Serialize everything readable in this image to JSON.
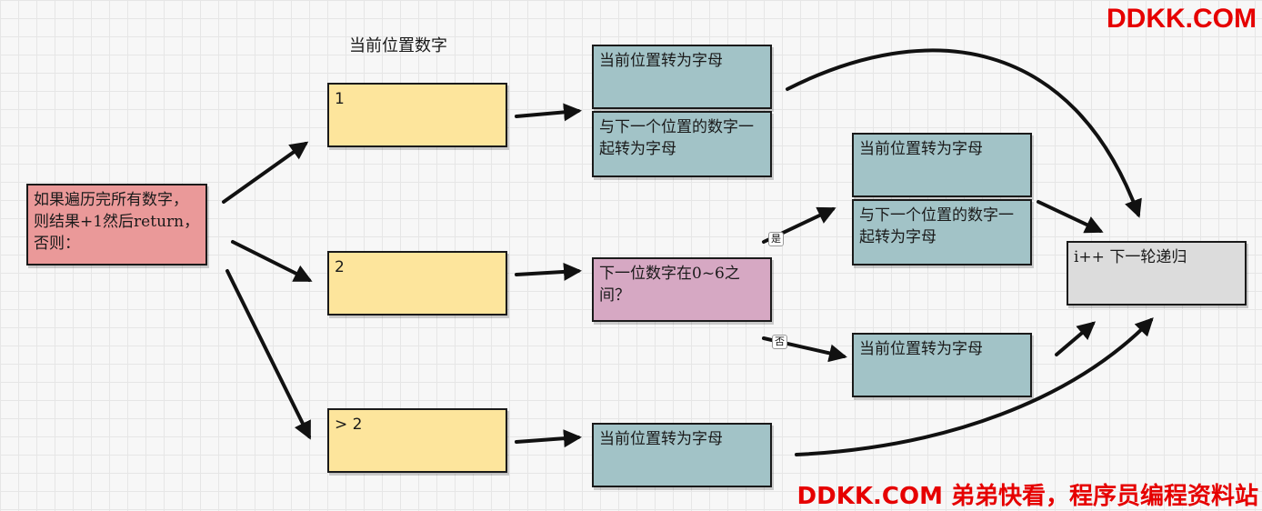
{
  "header_label": "当前位置数字",
  "nodes": {
    "start": "如果遍历完所有数字，则结果+1然后return，否则：",
    "digit_1": "1",
    "digit_2": "2",
    "digit_gt2": "> 2",
    "d1_single": "当前位置转为字母",
    "d1_pair": "与下一个位置的数字一起转为字母",
    "d2_decision": "下一位数字在0~6之间？",
    "yes_single": "当前位置转为字母",
    "yes_pair": "与下一个位置的数字一起转为字母",
    "no_single": "当前位置转为字母",
    "gt2_single": "当前位置转为字母",
    "next": "i++ 下一轮递归"
  },
  "edge_labels": {
    "yes": "是",
    "no": "否"
  },
  "watermark": {
    "top": "DDKK.COM",
    "bottom": "DDKK.COM 弟弟快看，程序员编程资料站"
  },
  "colors": {
    "yellow": "#fde59c",
    "teal": "#a2c3c7",
    "red": "#ea9999",
    "purple": "#d6a8c3",
    "gray": "#dcdcdc",
    "watermark": "#e60000"
  }
}
